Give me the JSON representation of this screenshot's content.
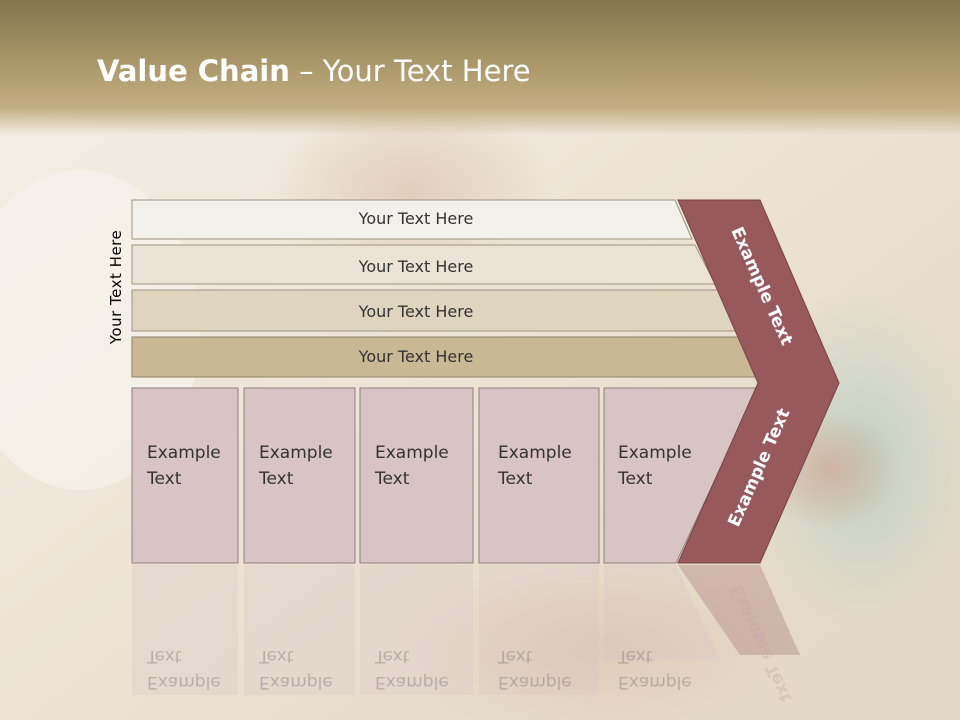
{
  "slide": {
    "title_bold": "Value Chain",
    "title_rest": " – Your Text Here",
    "side_label": "Your Text Here"
  },
  "rows": [
    {
      "label": "Your Text Here",
      "color": "#f3f1ec"
    },
    {
      "label": "Your Text Here",
      "color": "#ebe3d5"
    },
    {
      "label": "Your Text Here",
      "color": "#dfd5bf"
    },
    {
      "label": "Your Text Here",
      "color": "#c9b893"
    }
  ],
  "boxes": [
    {
      "line1": "Example",
      "line2": "Text"
    },
    {
      "line1": "Example",
      "line2": "Text"
    },
    {
      "line1": "Example",
      "line2": "Text"
    },
    {
      "line1": "Example",
      "line2": "Text"
    },
    {
      "line1": "Example",
      "line2": "Text"
    }
  ],
  "chevron": {
    "upper_label": "Example Text",
    "lower_label": "Example Text",
    "color": "#98595d"
  },
  "colors": {
    "box_fill": "#d8c3c5",
    "box_stroke": "#8f7f80",
    "header_band": "#a99668"
  }
}
